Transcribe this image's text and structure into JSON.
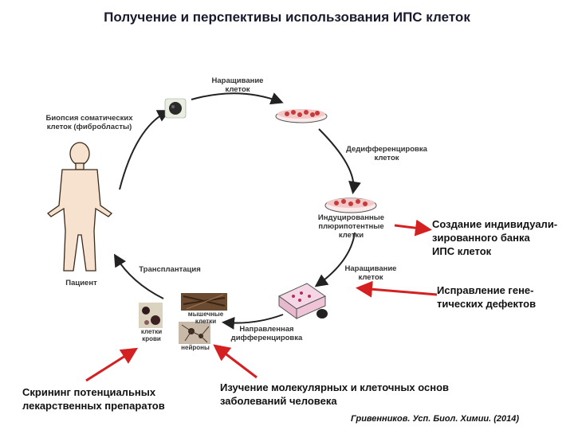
{
  "title": "Получение и перспективы использования ИПС клеток",
  "cycle": {
    "proliferation_top": [
      "Наращивание",
      "клеток"
    ],
    "biopsy": [
      "Биопсия соматических",
      "клеток (фибробласты)"
    ],
    "dedifferentiation": [
      "Дедифференцировка",
      "клеток"
    ],
    "ips_cells": [
      "Индуцированные",
      "плюрипотентные",
      "клетки"
    ],
    "proliferation_right": [
      "Наращивание",
      "клеток"
    ],
    "directed_diff": [
      "Направленная",
      "дифференцировка"
    ],
    "transplantation": "Трансплантация",
    "patient": "Пациент",
    "muscle_cells": [
      "мышечные",
      "клетки"
    ],
    "blood_cells": [
      "клетки",
      "крови"
    ],
    "neurons": "нейроны"
  },
  "notes": {
    "bank": [
      "Создание индивидуали-",
      "зированного банка",
      "ИПС клеток"
    ],
    "repair": [
      "Исправление гене-",
      "тических дефектов"
    ],
    "screening": [
      "Скрининг потенциальных",
      "лекарственных препаратов"
    ],
    "study": [
      "Изучение молекулярных и клеточных основ",
      "заболеваний человека"
    ]
  },
  "citation": "Гривенников. Усп. Биол. Химии. (2014)",
  "colors": {
    "red_arrow": "#d42020",
    "dish": "#c83a3a",
    "cycle_arrow": "#222222"
  }
}
